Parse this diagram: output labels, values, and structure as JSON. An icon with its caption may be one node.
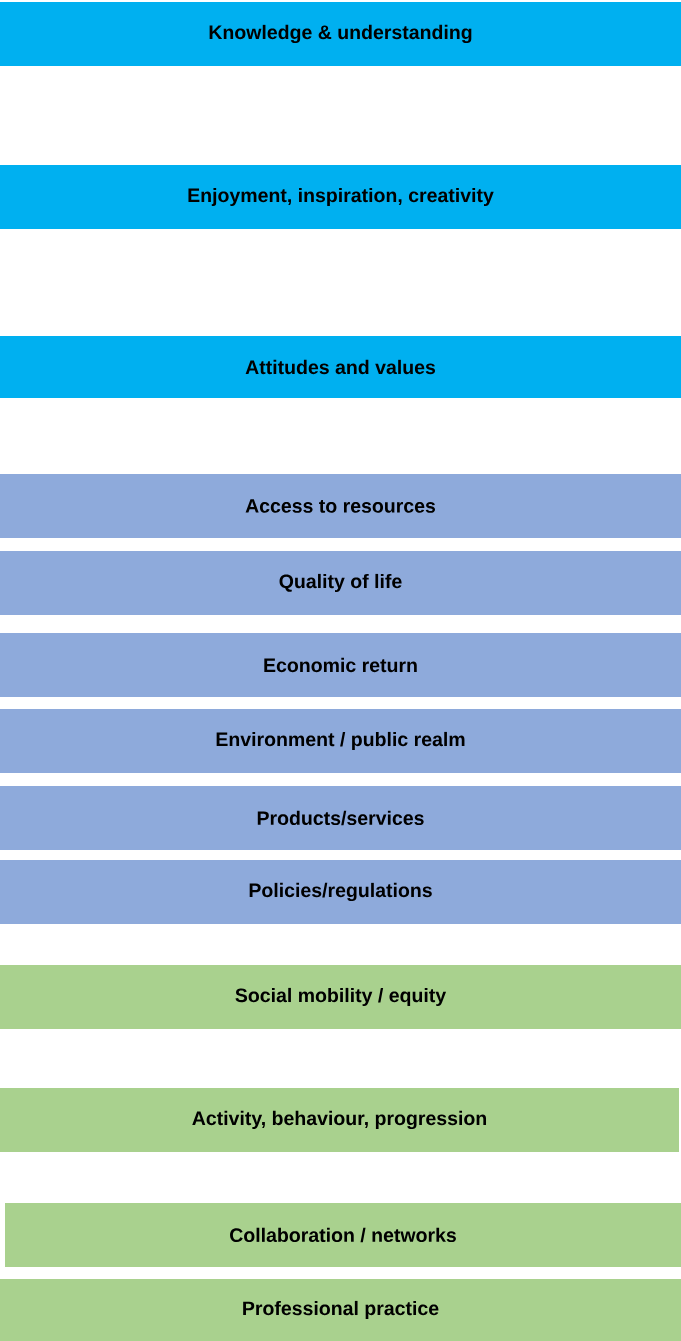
{
  "diagram": {
    "nodes": [
      {
        "text": [
          "Knowledge & understanding"
        ]
      },
      {
        "text": [
          "Enjoyment, inspiration, creativity"
        ]
      },
      {
        "text": [
          "Attitudes and values"
        ]
      },
      {
        "text": [
          "Access to resources"
        ]
      },
      {
        "text": [
          "Quality of life"
        ]
      },
      {
        "text": [
          "Economic return"
        ]
      },
      {
        "text": [
          "Environment / public realm"
        ]
      },
      {
        "text": [
          "Products/services"
        ]
      },
      {
        "text": [
          "Policies/regulations"
        ]
      },
      {
        "text": [
          "Social mobility / equity"
        ]
      },
      {
        "text": [
          "Activity, behaviour, progression"
        ]
      },
      {
        "text": [
          "Collaboration / networks"
        ]
      },
      {
        "text": [
          "Professional practice"
        ]
      }
    ]
  }
}
